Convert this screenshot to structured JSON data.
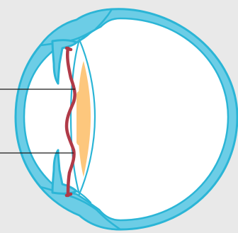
{
  "diagram": {
    "colors": {
      "background": "#e9e9e9",
      "eye_interior": "#ffffff",
      "sclera_fill": "#6ccde6",
      "sclera_outline": "#2bb5d6",
      "iol_outline": "#2bb5d6",
      "iris_implant": "#b03a48",
      "lens": "#fdc77d",
      "leader_line": "#1a1a1a"
    },
    "parts": [
      {
        "id": "sclera",
        "icon": "eye-wall-shape"
      },
      {
        "id": "cornea",
        "icon": "cornea-bulge-shape"
      },
      {
        "id": "iris",
        "icon": "iris-flap-shape"
      },
      {
        "id": "iris-implant",
        "icon": "red-implant-curve"
      },
      {
        "id": "natural-lens",
        "icon": "orange-lens-shape"
      },
      {
        "id": "intraocular-lens",
        "icon": "blue-lens-outline"
      }
    ],
    "callouts": [
      {
        "target": "iris-implant-upper"
      },
      {
        "target": "iris-implant-lower"
      }
    ]
  }
}
